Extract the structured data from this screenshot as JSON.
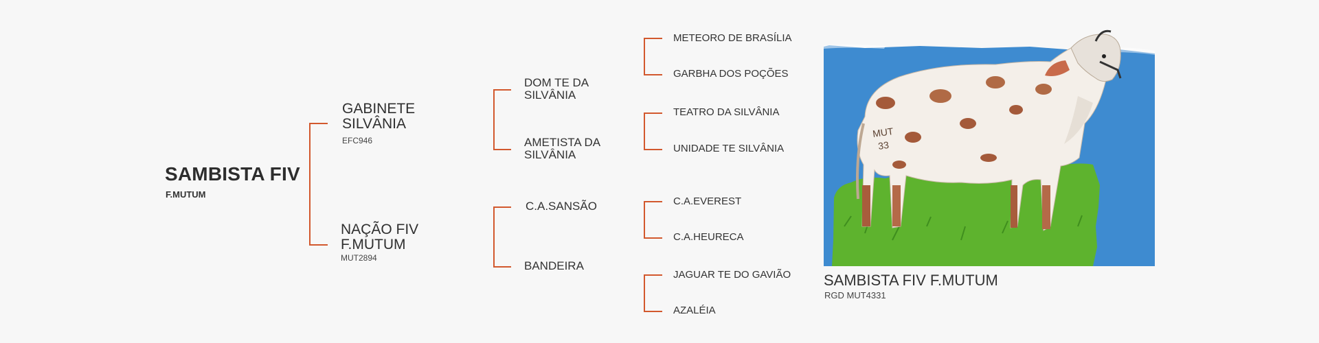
{
  "subject": {
    "name": "SAMBISTA FIV",
    "owner": "F.MUTUM"
  },
  "parents": [
    {
      "name_line1": "GABINETE",
      "name_line2": "SILVÂNIA",
      "code": "EFC946"
    },
    {
      "name_line1": "NAÇÃO FIV",
      "name_line2": "F.MUTUM",
      "code": "MUT2894"
    }
  ],
  "grandparents": [
    {
      "line1": "DOM TE DA",
      "line2": "SILVÂNIA"
    },
    {
      "line1": "AMETISTA DA",
      "line2": "SILVÂNIA"
    },
    {
      "line1": "C.A.SANSÃO",
      "line2": ""
    },
    {
      "line1": "BANDEIRA",
      "line2": ""
    }
  ],
  "great_grandparents": [
    "METEORO DE BRASÍLIA",
    "GARBHA DOS POÇÕES",
    "TEATRO DA SILVÂNIA",
    "UNIDADE TE SILVÂNIA",
    "C.A.EVEREST",
    "C.A.HEURECA",
    "JAGUAR TE DO GAVIÃO",
    "AZALÉIA"
  ],
  "photo_caption": {
    "name": "SAMBISTA FIV F.MUTUM",
    "rgd": "RGD MUT4331"
  },
  "colors": {
    "connector": "#d2582d",
    "photo_background": "#3e8bd0",
    "grass": "#5eb32e"
  }
}
